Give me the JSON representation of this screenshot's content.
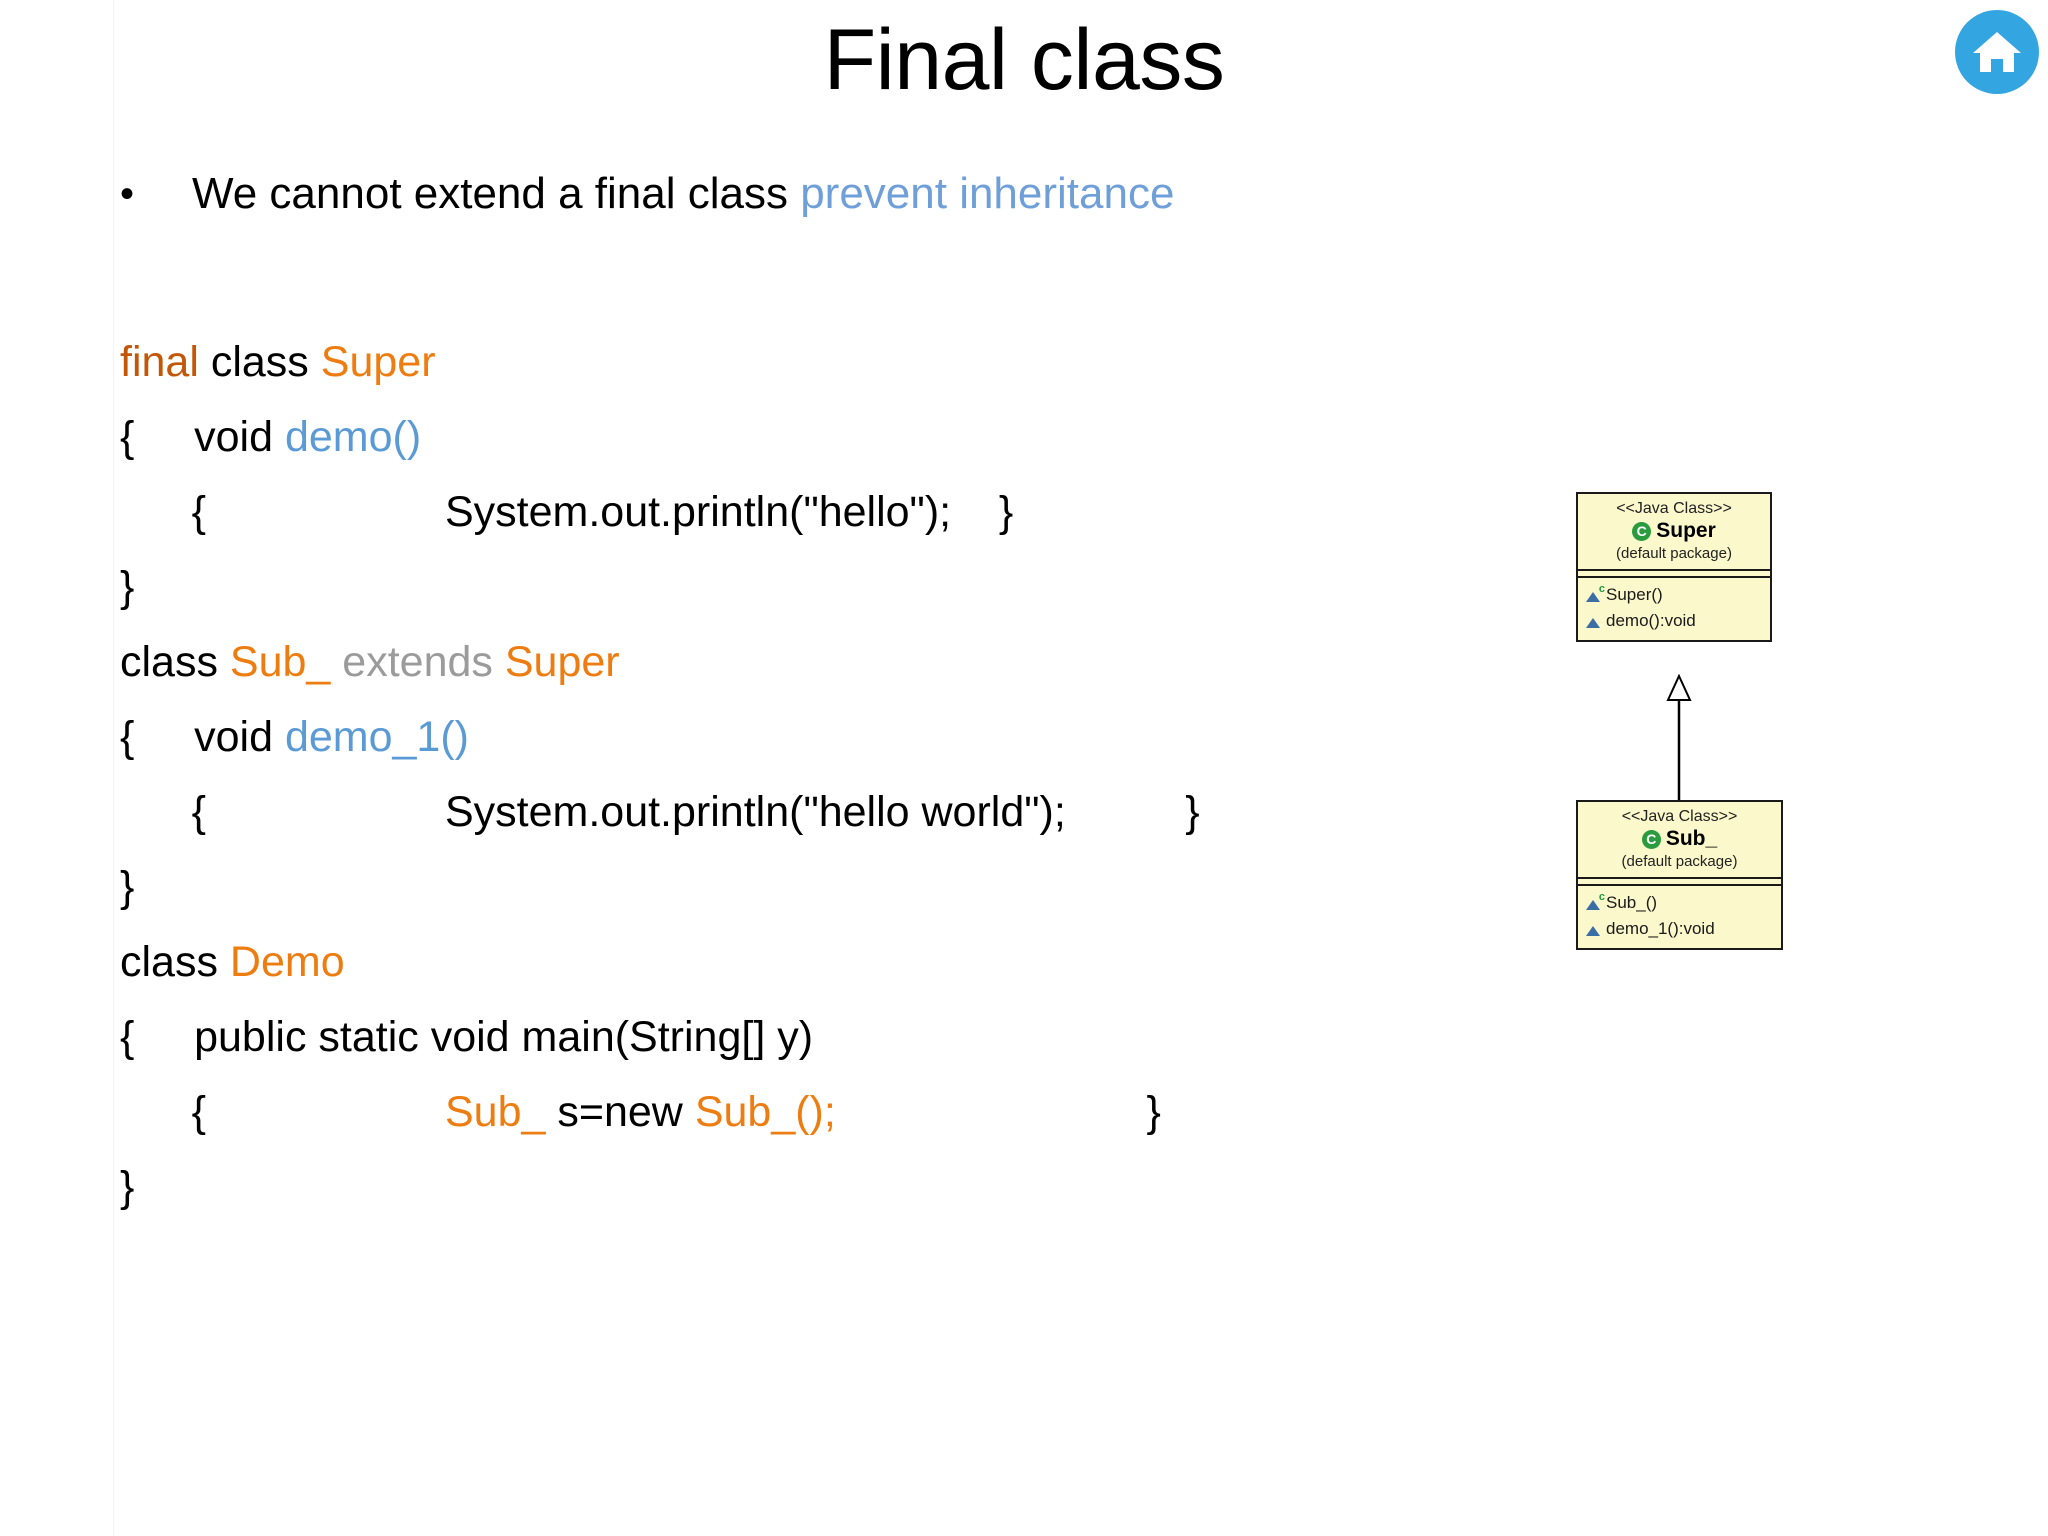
{
  "slide": {
    "title": "Final class",
    "home_icon": "home-icon",
    "accent_blue": "#33a5e0"
  },
  "bullet": {
    "marker": "•",
    "text": "We cannot extend a final class ",
    "accent": "prevent inheritance",
    "accent_color": "#6f9fd8"
  },
  "code": {
    "colors": {
      "final_keyword": "#c25708",
      "type_name": "#ee7d11",
      "method_name": "#5b9bd5",
      "extends_keyword": "#9b9b9b",
      "plain": "#000000"
    },
    "lines": [
      {
        "id": "l1",
        "segments": [
          {
            "t": "final",
            "c": "kw-final"
          },
          {
            "t": " class ",
            "c": "kw-plain"
          },
          {
            "t": "Super",
            "c": "ty-name"
          }
        ]
      },
      {
        "id": "l2",
        "segments": [
          {
            "t": "{     void ",
            "c": "kw-plain"
          },
          {
            "t": "demo()",
            "c": "mt-name"
          }
        ]
      },
      {
        "id": "l3",
        "segments": [
          {
            "t": "      {                    System.out.println(\"hello\");    }",
            "c": "kw-plain"
          }
        ]
      },
      {
        "id": "l4",
        "segments": [
          {
            "t": "}",
            "c": "kw-plain"
          }
        ]
      },
      {
        "id": "l5",
        "segments": [
          {
            "t": "class ",
            "c": "kw-plain"
          },
          {
            "t": "Sub_",
            "c": "ty-name"
          },
          {
            "t": " extends ",
            "c": "kw-extends"
          },
          {
            "t": "Super",
            "c": "ty-name"
          }
        ]
      },
      {
        "id": "l6",
        "segments": [
          {
            "t": "{     void ",
            "c": "kw-plain"
          },
          {
            "t": "demo_1()",
            "c": "mt-name"
          }
        ]
      },
      {
        "id": "l7",
        "segments": [
          {
            "t": "      {                    System.out.println(\"hello world\");          }",
            "c": "kw-plain"
          }
        ]
      },
      {
        "id": "l8",
        "segments": [
          {
            "t": "}",
            "c": "kw-plain"
          }
        ]
      },
      {
        "id": "l9",
        "segments": [
          {
            "t": "class ",
            "c": "kw-plain"
          },
          {
            "t": "Demo",
            "c": "ty-name"
          }
        ]
      },
      {
        "id": "l10",
        "segments": [
          {
            "t": "{     public static void main(String[] y)",
            "c": "kw-plain"
          }
        ]
      },
      {
        "id": "l11",
        "segments": [
          {
            "t": "      {                    ",
            "c": "kw-plain"
          },
          {
            "t": "Sub_",
            "c": "ty-name"
          },
          {
            "t": " s=new ",
            "c": "kw-plain"
          },
          {
            "t": "Sub_();",
            "c": "ty-name"
          },
          {
            "t": "                          }",
            "c": "kw-plain"
          }
        ]
      },
      {
        "id": "l12",
        "segments": [
          {
            "t": "}",
            "c": "kw-plain"
          }
        ]
      }
    ]
  },
  "uml": {
    "background": "#fbf8cc",
    "border": "#1a1a1a",
    "badge_color": "#2a9c3f",
    "member_icon_color": "#3a6ea5",
    "boxes": [
      {
        "stereotype": "<<Java Class>>",
        "name": "Super",
        "package": "(default package)",
        "badge": "C",
        "members": [
          {
            "label": "Super()",
            "constructor": true,
            "sup": "c"
          },
          {
            "label": "demo():void",
            "constructor": false,
            "sup": ""
          }
        ]
      },
      {
        "stereotype": "<<Java Class>>",
        "name": "Sub_",
        "package": "(default package)",
        "badge": "C",
        "members": [
          {
            "label": "Sub_()",
            "constructor": true,
            "sup": "c"
          },
          {
            "label": "demo_1():void",
            "constructor": false,
            "sup": ""
          }
        ]
      }
    ],
    "relationship": "generalization"
  }
}
